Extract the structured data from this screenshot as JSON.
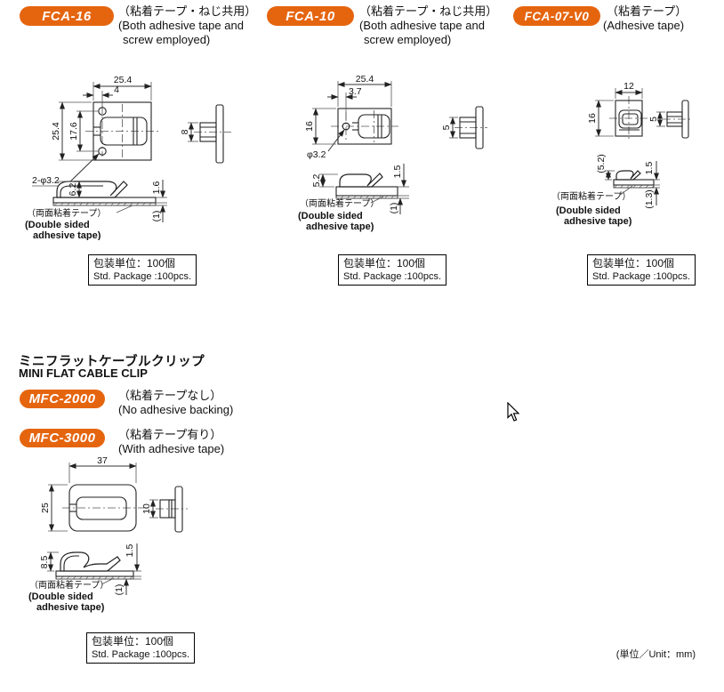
{
  "products": {
    "fca16": {
      "badge": "FCA-16",
      "desc_jp": "（粘着テープ・ねじ共用）",
      "desc_en1": "(Both adhesive tape and",
      "desc_en2": "screw employed)",
      "dims": {
        "w": "25.4",
        "hole_off": "4",
        "h": "25.4",
        "pitch": "17.6",
        "holes": "2-φ3.2",
        "side": "8",
        "clip_h": "6.2",
        "plate_t": "1.6",
        "tape_t": "(1)"
      },
      "tape_jp": "（両面粘着テープ）",
      "tape_en1": "(Double sided",
      "tape_en2": "adhesive tape)",
      "pkg_jp": "包装単位：100個",
      "pkg_en": "Std. Package :100pcs."
    },
    "fca10": {
      "badge": "FCA-10",
      "desc_jp": "（粘着テープ・ねじ共用）",
      "desc_en1": "(Both adhesive tape and",
      "desc_en2": "screw employed)",
      "dims": {
        "w": "25.4",
        "hole_off": "3.7",
        "h": "16",
        "hole": "φ3.2",
        "side": "5",
        "clip_h": "5.2",
        "plate_t": "1.5",
        "tape_t": "(1)"
      },
      "tape_jp": "（両面粘着テープ）",
      "tape_en1": "(Double sided",
      "tape_en2": "adhesive tape)",
      "pkg_jp": "包装単位：100個",
      "pkg_en": "Std. Package :100pcs."
    },
    "fca07": {
      "badge": "FCA-07-V0",
      "desc_jp": "（粘着テープ）",
      "desc_en1": "(Adhesive tape)",
      "dims": {
        "w": "12",
        "h": "16",
        "side": "5",
        "clip_h": "(5.2)",
        "plate_t": "1.5",
        "tape_t": "(1.3)"
      },
      "tape_jp": "（両面粘着テープ）",
      "tape_en1": "(Double sided",
      "tape_en2": "adhesive tape)",
      "pkg_jp": "包装単位：100個",
      "pkg_en": "Std. Package :100pcs."
    },
    "mfc": {
      "heading_jp": "ミニフラットケーブルクリップ",
      "heading_en": "MINI FLAT CABLE CLIP",
      "variants": [
        {
          "badge": "MFC-2000",
          "desc_jp": "（粘着テープなし）",
          "desc_en": "(No adhesive backing)"
        },
        {
          "badge": "MFC-3000",
          "desc_jp": "（粘着テープ有り）",
          "desc_en": "(With adhesive tape)"
        }
      ],
      "dims": {
        "w": "37",
        "h": "25",
        "side": "10",
        "clip_h": "8.5",
        "plate_t": "1.5",
        "tape_t": "(1)"
      },
      "tape_jp": "（両面粘着テープ）",
      "tape_en1": "(Double sided",
      "tape_en2": "adhesive tape)",
      "pkg_jp": "包装単位：100個",
      "pkg_en": "Std. Package :100pcs."
    }
  },
  "footer": {
    "unit_note": "(単位／Unit：mm)"
  },
  "colors": {
    "badge": "#e5650f",
    "line": "#222222"
  }
}
